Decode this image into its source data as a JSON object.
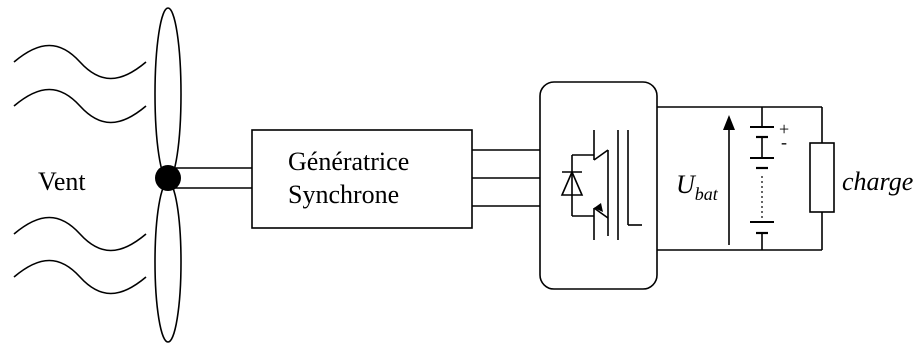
{
  "labels": {
    "wind": "Vent",
    "generator_line1": "Génératrice",
    "generator_line2": "Synchrone",
    "voltage_main": "U",
    "voltage_sub": "bat",
    "battery_plus": "+",
    "battery_minus": "-",
    "load": "charge"
  }
}
